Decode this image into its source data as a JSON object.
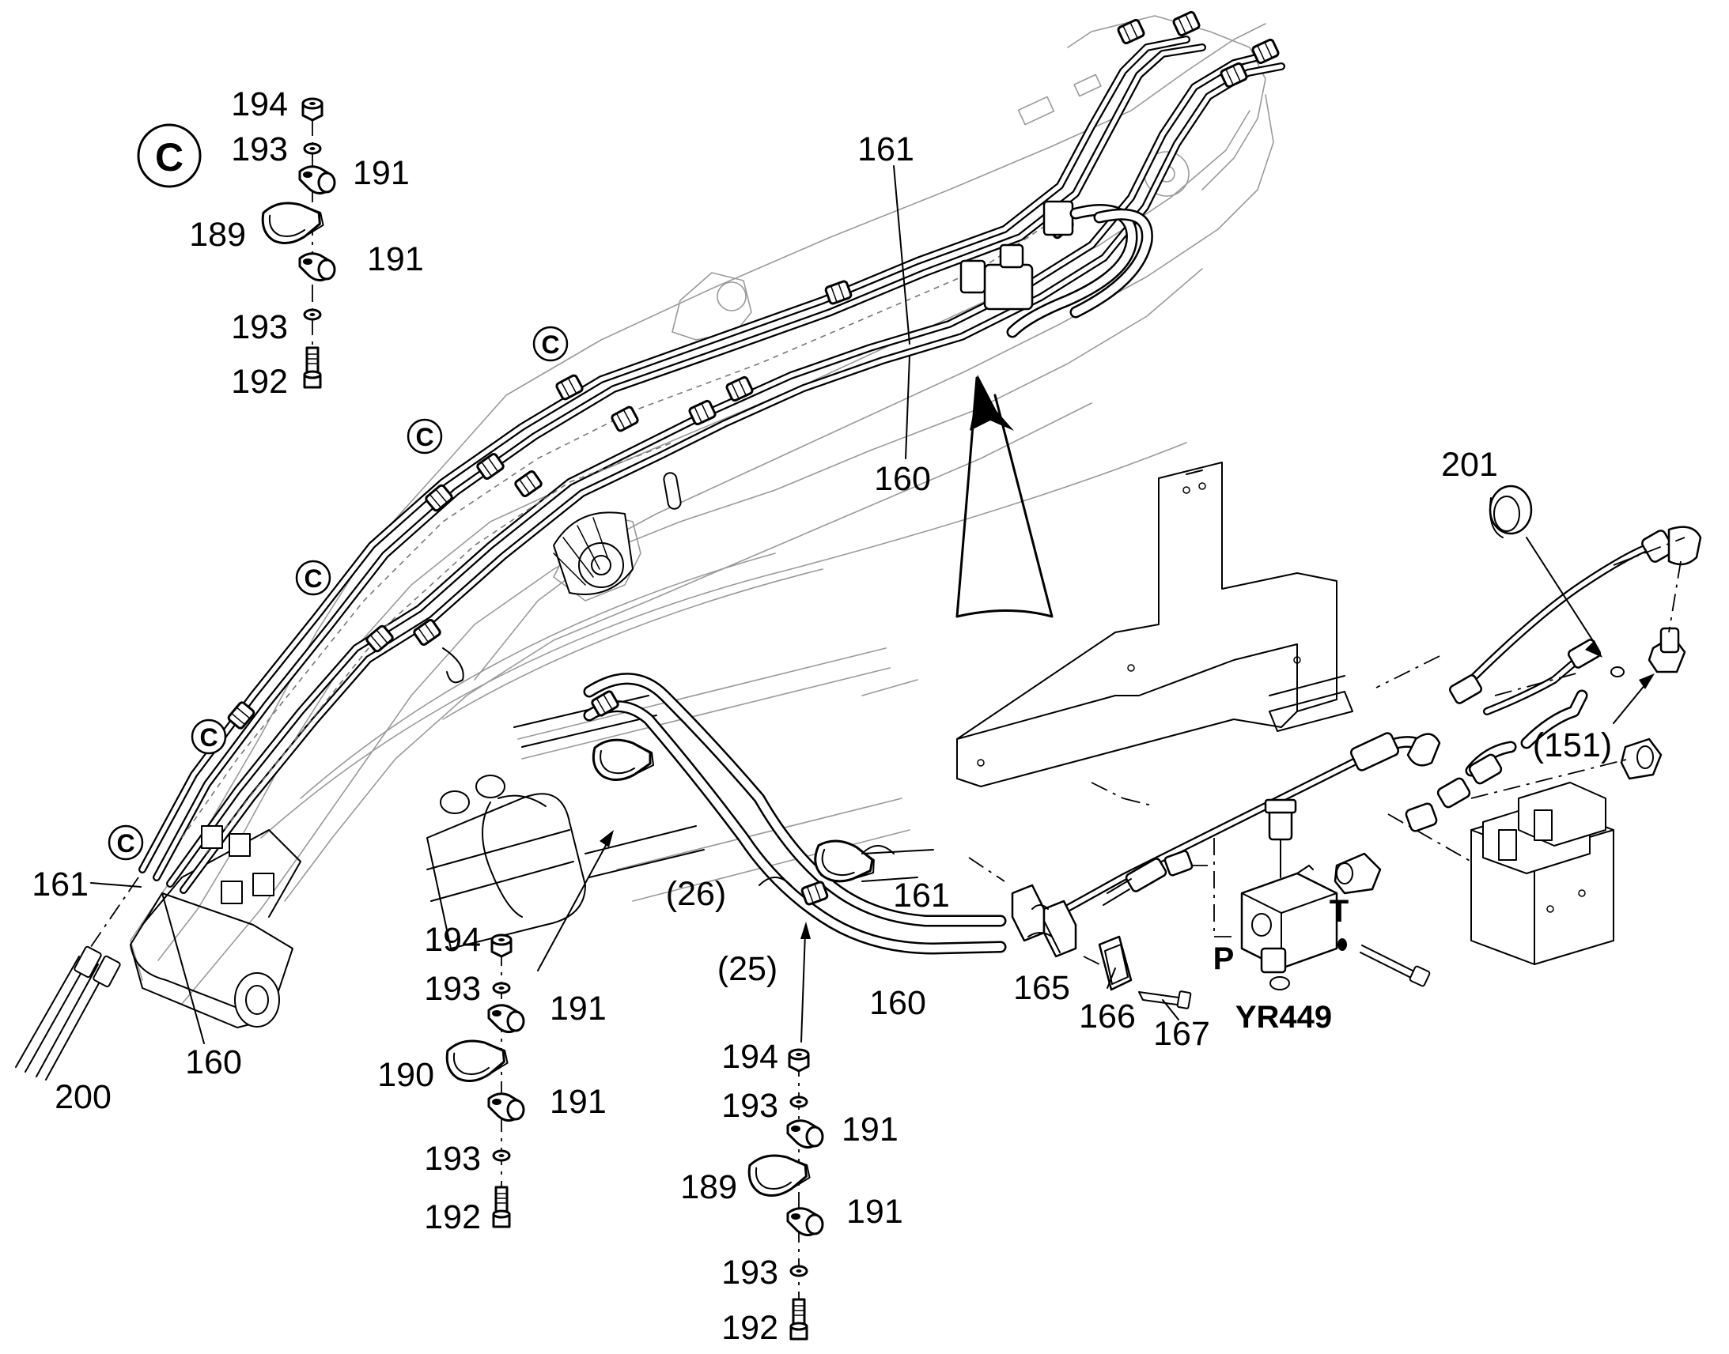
{
  "callouts": {
    "boom_161": "161",
    "boom_160": "160",
    "tip_161": "161",
    "tip_160": "160",
    "hose_200": "200",
    "mid_161": "161",
    "mid_160": "160",
    "ref_26": "(26)",
    "ref_25": "(25)",
    "ref_151": "(151)",
    "cap_201": "201",
    "part_165": "165",
    "part_166": "166",
    "part_167": "167",
    "port_p": "P",
    "port_t": "T",
    "valve_yr449": "YR449"
  },
  "detail_marker": "C",
  "detail_markers_on_arm": [
    "C",
    "C",
    "C",
    "C",
    "C"
  ],
  "clamp_groups": [
    {
      "name": "clamp-group-c",
      "nut": "194",
      "washer_top": "193",
      "half_top": "191",
      "clamp": "189",
      "half_bottom": "191",
      "washer_bottom": "193",
      "bolt": "192"
    },
    {
      "name": "clamp-group-26",
      "nut": "194",
      "washer_top": "193",
      "half_top": "191",
      "clamp": "190",
      "half_bottom": "191",
      "washer_bottom": "193",
      "bolt": "192"
    },
    {
      "name": "clamp-group-25",
      "nut": "194",
      "washer_top": "193",
      "half_top": "191",
      "clamp": "189",
      "half_bottom": "191",
      "washer_bottom": "193",
      "bolt": "192"
    }
  ]
}
